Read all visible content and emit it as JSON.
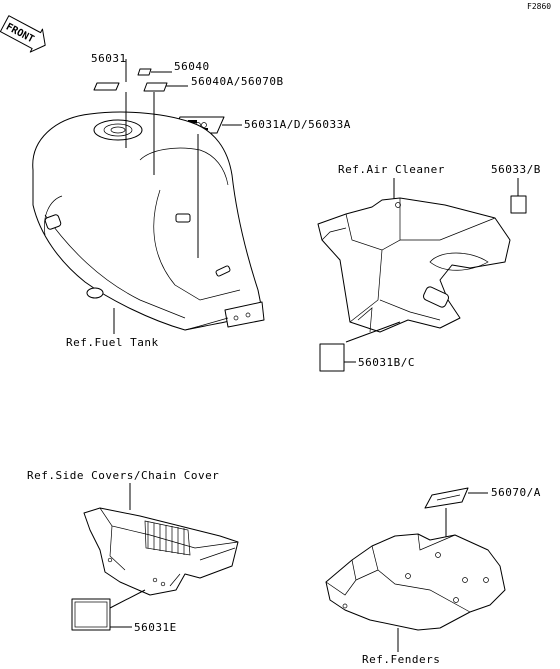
{
  "figure_code": "F2860",
  "front_badge": "FRONT",
  "labels": {
    "p56031": "56031",
    "p56040": "56040",
    "p56040A": "56040A/56070B",
    "p56031A": "56031A/D/56033A",
    "ref_air": "Ref.Air Cleaner",
    "p56033B": "56033/B",
    "ref_fuel": "Ref.Fuel Tank",
    "p56031BC": "56031B/C",
    "ref_side": "Ref.Side Covers/Chain Cover",
    "p56070A": "56070/A",
    "p56031E": "56031E",
    "ref_fenders": "Ref.Fenders"
  }
}
